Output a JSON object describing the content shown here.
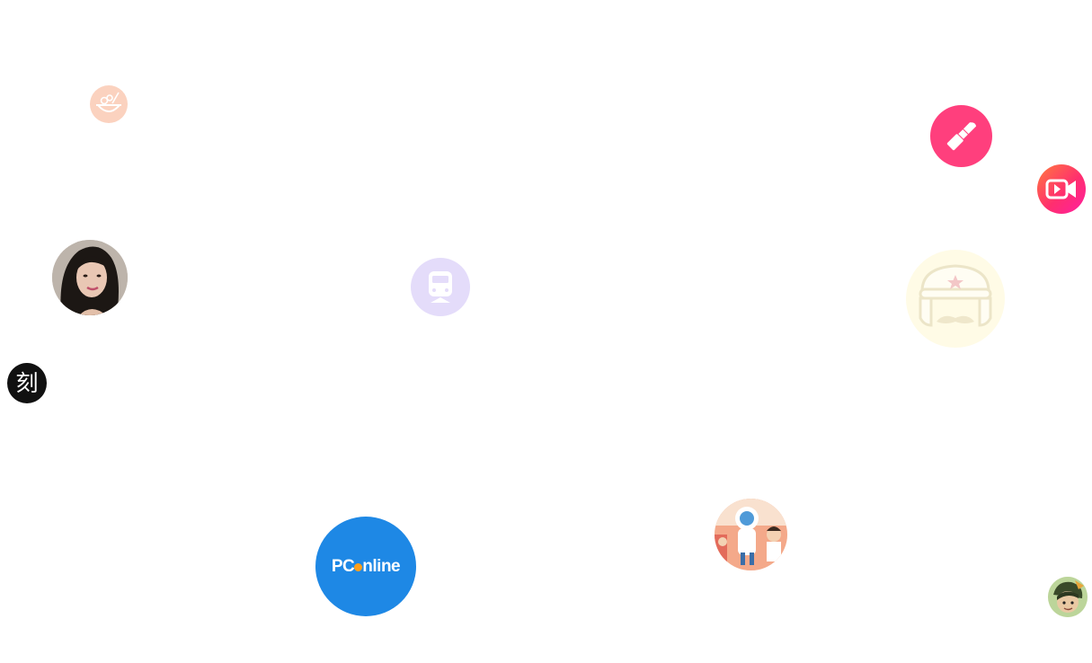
{
  "icons": [
    {
      "name": "food-bowl-app-icon"
    },
    {
      "name": "lipstick-app-icon",
      "color": "#ff3f7d"
    },
    {
      "name": "video-camera-app-icon",
      "color": "#ff2f6e"
    },
    {
      "name": "portrait-avatar"
    },
    {
      "name": "train-app-icon",
      "color": "#e4dcfa"
    },
    {
      "name": "ushanka-mustache-app-icon",
      "color": "#fffbe6"
    },
    {
      "name": "ke-app-icon",
      "color": "#111111"
    },
    {
      "name": "pconline-app-icon",
      "color": "#1e88e5"
    },
    {
      "name": "cartoon-characters-app-icon"
    },
    {
      "name": "game-character-app-icon"
    }
  ],
  "ke_icon": {
    "glyph": "刻"
  },
  "pconline_icon": {
    "text_before": "PC",
    "text_after": "nline"
  }
}
